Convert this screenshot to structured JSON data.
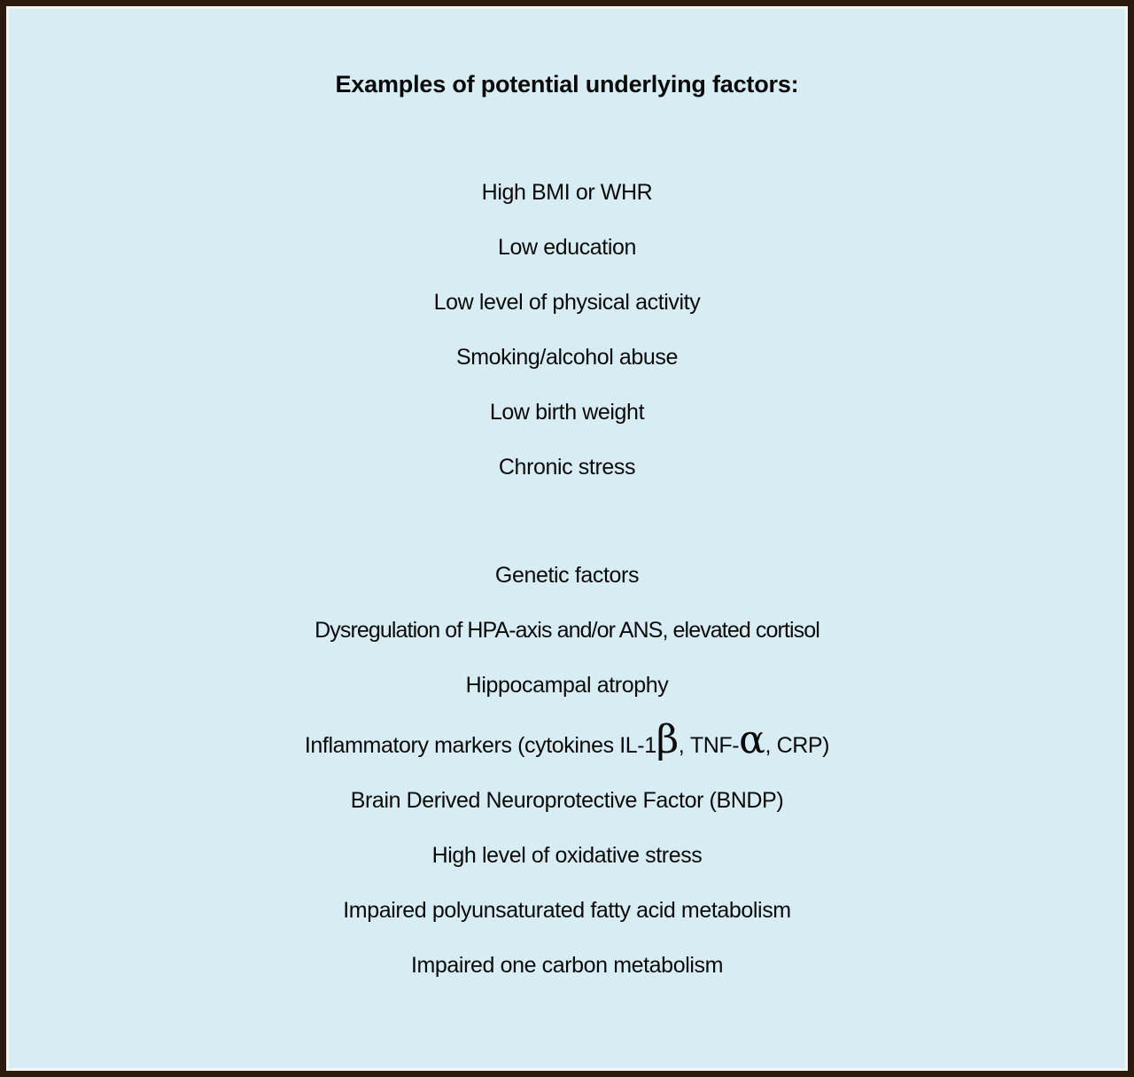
{
  "panel": {
    "background_color": "#d7ecf3",
    "border_color": "#2b1a0d",
    "inner_rule_color": "#f4f6f2",
    "text_color": "#0a0a0a"
  },
  "title": "Examples of potential underlying factors:",
  "blocks": [
    {
      "name": "lifestyle-and-sociodemographic-factors",
      "lines": [
        "High BMI or WHR",
        "Low education",
        "Low level of physical activity",
        "Smoking/alcohol abuse",
        "Low birth weight",
        "Chronic stress"
      ]
    },
    {
      "name": "biological-factors",
      "lines": [
        "Genetic factors",
        "Dysregulation of HPA-axis and/or ANS, elevated cortisol",
        "Hippocampal atrophy",
        "Inflammatory markers (cytokines IL-1β, TNF-α, CRP)",
        "Brain Derived Neuroprotective Factor (BNDP)",
        "High level of oxidative stress",
        "Impaired polyunsaturated fatty acid metabolism",
        "Impaired one carbon metabolism"
      ]
    }
  ]
}
